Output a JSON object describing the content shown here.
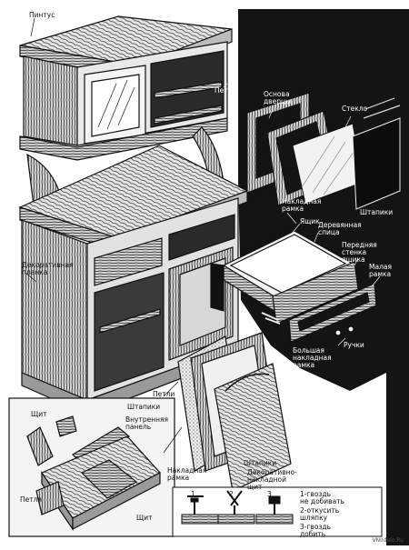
{
  "labels": {
    "pintus": "Пинтус",
    "petlya_top": "Петля",
    "osnova_dvertsy": "Основа\nдверцы",
    "steklo": "Стекло",
    "shtapiki_top": "Штапики",
    "nakladnaya_ramka_top": "Накладная\nрамка",
    "yashchik": "Ящик",
    "derevyannaya_spitsa": "Деревянная\nспица",
    "perednyaya_stenka": "Передняя\nстенка\nящика",
    "malaya_ramka": "Малая\nрамка",
    "dekorativnaya_planka": "Декоративная\nпланка",
    "ruchki": "Ручки",
    "bolshaya_ramka": "Большая\nнакладная\nрамка",
    "petli_bottom": "Петли",
    "shtapiki_mid": "Штапики",
    "vnutrennyaya_panel": "Внутренняя\nпанель",
    "shit": "Щит",
    "nakladnaya_ramka_bottom": "Накладная\nрамка",
    "shtapiki_bottom": "Штапики",
    "dekorativno_nakladnoy": "Декоративно-\nнакладной\nщит",
    "petlya_bottom_left": "Петля",
    "shchit_bottom": "Щит",
    "step1": "1-гвоздь\nне добивать",
    "step2": "2-откусить\nшляпку",
    "step3": "3-гвоздь\nдобить",
    "step_nums": [
      "1",
      "2",
      "3"
    ]
  },
  "watermark": "VNIIdelo.Ru",
  "colors": {
    "ink": "#111111",
    "paper": "#ffffff",
    "dark_panel": "#141414",
    "wood_light": "#d9d9d9",
    "wood_mid": "#9a9a9a"
  },
  "icons": [
    "cabinet-illustration",
    "door-frame-illustration",
    "glass-pane-illustration",
    "drawer-illustration",
    "panel-illustration",
    "nail-step-illustration"
  ]
}
